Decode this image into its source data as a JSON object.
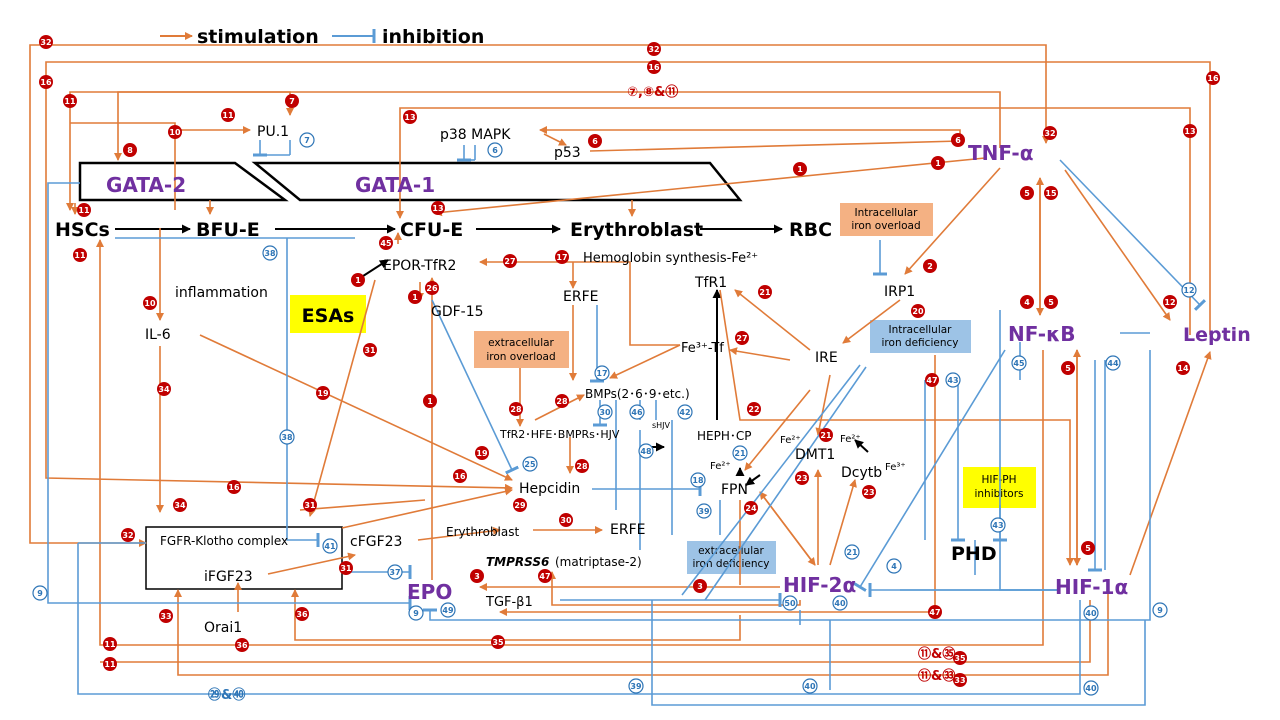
{
  "legend": {
    "stimulation": "stimulation",
    "inhibition": "inhibition"
  },
  "nodes": {
    "hscs": "HSCs",
    "bfue": "BFU-E",
    "cfue": "CFU-E",
    "erythroblast": "Erythroblast",
    "rbc": "RBC",
    "gata2": "GATA-2",
    "gata1": "GATA-1",
    "pu1": "PU.1",
    "p38": "p38 MAPK",
    "p53": "p53",
    "tnfa": "TNF-α",
    "nfkb": "NF-κB",
    "leptin": "Leptin",
    "irp1": "IRP1",
    "ire": "IRE",
    "tfr1": "TfR1",
    "fetf": "Fe³⁺-Tf",
    "hemoglobin": "Hemoglobin synthesis-Fe²⁺",
    "epor": "EPOR-TfR2",
    "gdf15": "GDF-15",
    "esas": "ESAs",
    "erfe_top": "ERFE",
    "bmps": "BMPs(2･6･9･etc.)",
    "tfr2complex": "TfR2･HFE･BMPRs･HJV",
    "shjv": "sHJV",
    "hepcidin": "Hepcidin",
    "heph": "HEPH･CP",
    "fpn": "FPN",
    "dmt1": "DMT1",
    "dcytb": "Dcytb",
    "fe2a": "Fe²⁺",
    "fe2b": "Fe²⁺",
    "fe2c": "Fe²⁺",
    "fe3": "Fe³⁺",
    "inflammation": "inflammation",
    "il6": "IL-6",
    "fgfr": "FGFR-Klotho complex",
    "cfgf23": "cFGF23",
    "ifgf23": "iFGF23",
    "orai1": "Orai1",
    "erythroblast2": "Erythroblast",
    "erfe_bottom": "ERFE",
    "tmprss6": "TMPRSS6",
    "matriptase": "(matriptase-2)",
    "epo": "EPO",
    "tgfb1": "TGF-β1",
    "hif2a": "HIF-2α",
    "hif1a": "HIF-1α",
    "phd": "PHD"
  },
  "boxes": {
    "intracellular_overload": "Intracellular iron overload",
    "extracellular_overload": "extracellular iron overload",
    "intracellular_deficiency": "Intracellular iron deficiency",
    "extracellular_deficiency": "extracellular iron deficiency",
    "hifph": "HIF-PH inhibitors"
  },
  "ref_labels": {
    "top_left_32": "32",
    "top_center_32": "32",
    "top_center_16": "16",
    "top_right_combo": "⑦,⑧&⑪",
    "bottom_combo_1": "⑪&㉟",
    "bottom_combo_2": "⑪&㉝",
    "bottom_combo_3": "㉙&㊵"
  },
  "colors": {
    "stimulation": "#e07b39",
    "inhibition": "#5b9bd5",
    "purple": "#7030a0",
    "red_number": "#c00000",
    "blue_number": "#2e75b6",
    "orange_box": "#f4b183",
    "blue_box": "#9dc3e6",
    "yellow_box": "#ffff00"
  }
}
